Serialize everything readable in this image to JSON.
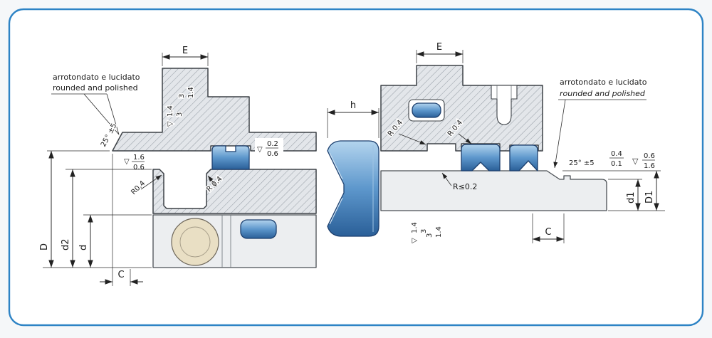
{
  "drawing": {
    "left": {
      "note_line1": "arrotondato  e lucidato",
      "note_line2": "rounded and polished",
      "chamfer_angle": "25° ±5",
      "dim_E": "E",
      "dim_C": "C",
      "dim_D": "D",
      "dim_d2": "d2",
      "dim_d": "d",
      "radius_groove_left": "R0.4",
      "radius_groove_right": "R 0.4",
      "rough_tower_a": "3",
      "rough_tower_b": "1.4",
      "rough_tri_a": "1.4",
      "rough_tri_b": "3",
      "rough_bore_a": "0.2",
      "rough_bore_b": "0.6",
      "rough_face_a": "1.6",
      "rough_face_b": "0.6"
    },
    "profile": {
      "dim_h": "h"
    },
    "right": {
      "dim_E": "E",
      "note_line1": "arrotondato e lucidato",
      "note_line2": "rounded and polished",
      "chamfer_angle": "25° ±5",
      "radius_left": "R 0.4",
      "radius_right": "R 0.4",
      "radius_rod_groove": "R≤0.2",
      "rough_chamfer_a": "0.4",
      "rough_chamfer_b": "0.1",
      "rough_face_a": "0.6",
      "rough_face_b": "1.6",
      "rough_vert_a": "3",
      "rough_vert_b": "1.4",
      "rough_tri_a": "1.4",
      "rough_tri_b": "3",
      "dim_C": "C",
      "dim_d1": "d1",
      "dim_D1": "D1"
    },
    "symbols": {
      "triangle": "▽"
    }
  }
}
